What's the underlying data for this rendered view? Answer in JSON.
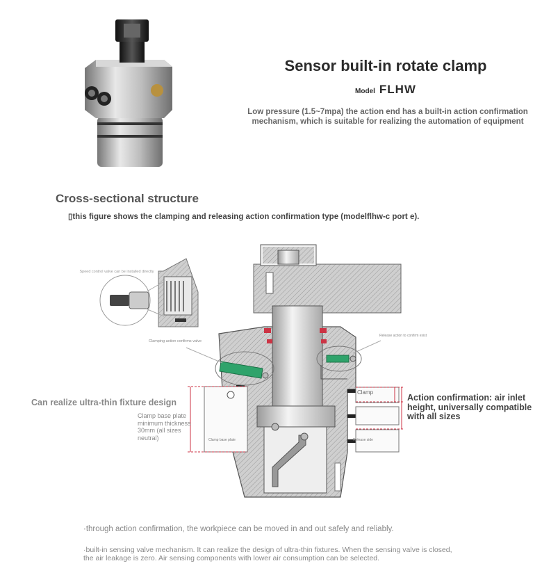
{
  "header": {
    "title": "Sensor built-in rotate clamp",
    "model_label": "Model",
    "model_value": "FLHW",
    "subtitle": "Low pressure (1.5~7mpa) the action end has a built-in action confirmation mechanism, which is suitable for realizing the automation of equipment"
  },
  "section": {
    "heading": "Cross-sectional structure",
    "note": "▯this figure shows the clamping and releasing action confirmation type (modelflhw-c port e)."
  },
  "diagram": {
    "speed_valve_label": "Speed control valve can be installed directly",
    "clamp_valve_label": "Clamping action confirms valve",
    "release_valve_label": "Release action to confirm exist",
    "clamp_label": "Clamp",
    "release_side_label": "Release side",
    "clamp_base_plate_label": "Clamp base plate"
  },
  "left_callout": {
    "heading": "Can realize ultra-thin fixture design",
    "description": "Clamp base plate minimum thickness 30mm (all sizes neutral)"
  },
  "right_callout": {
    "text": "Action confirmation: air inlet height, universally compatible with all sizes"
  },
  "notes": [
    "·through action confirmation, the workpiece can be moved in and out safely and reliably.",
    "·built-in sensing valve mechanism. It can realize the design of ultra-thin fixtures. When the sensing valve is closed, the air leakage is zero. Air sensing components with lower air consumption can be selected."
  ],
  "colors": {
    "accent_red": "#cc3344",
    "valve_green": "#2fa36b",
    "steel": "#b9b9b9"
  }
}
